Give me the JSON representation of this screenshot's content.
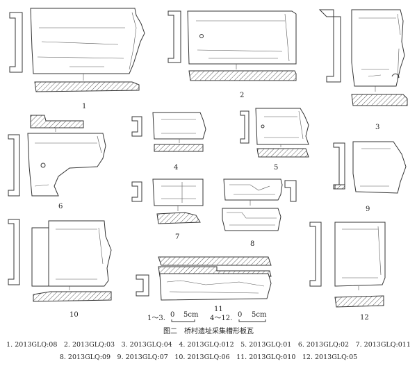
{
  "figure": {
    "specimen_numbers": [
      "1",
      "2",
      "3",
      "4",
      "5",
      "6",
      "7",
      "8",
      "9",
      "10",
      "11",
      "12"
    ],
    "scale_bars": {
      "left": {
        "range_label": "1～3.",
        "zero": "0",
        "unit": "5cm"
      },
      "right": {
        "range_label": "4～12.",
        "zero": "0",
        "unit": "5cm"
      }
    },
    "caption": "图二　桥村遗址采集槽形板瓦",
    "legend_line_1": "1. 2013GLQ:08　2. 2013GLQ:03　3. 2013GLQ:04　4. 2013GLQ:012　5. 2013GLQ:01　6. 2013GLQ:02　7. 2013GLQ:011",
    "legend_line_2": "8. 2013GLQ:09　9. 2013GLQ:07　10. 2013GLQ:06　11. 2013GLQ:010　12. 2013GLQ:05"
  }
}
